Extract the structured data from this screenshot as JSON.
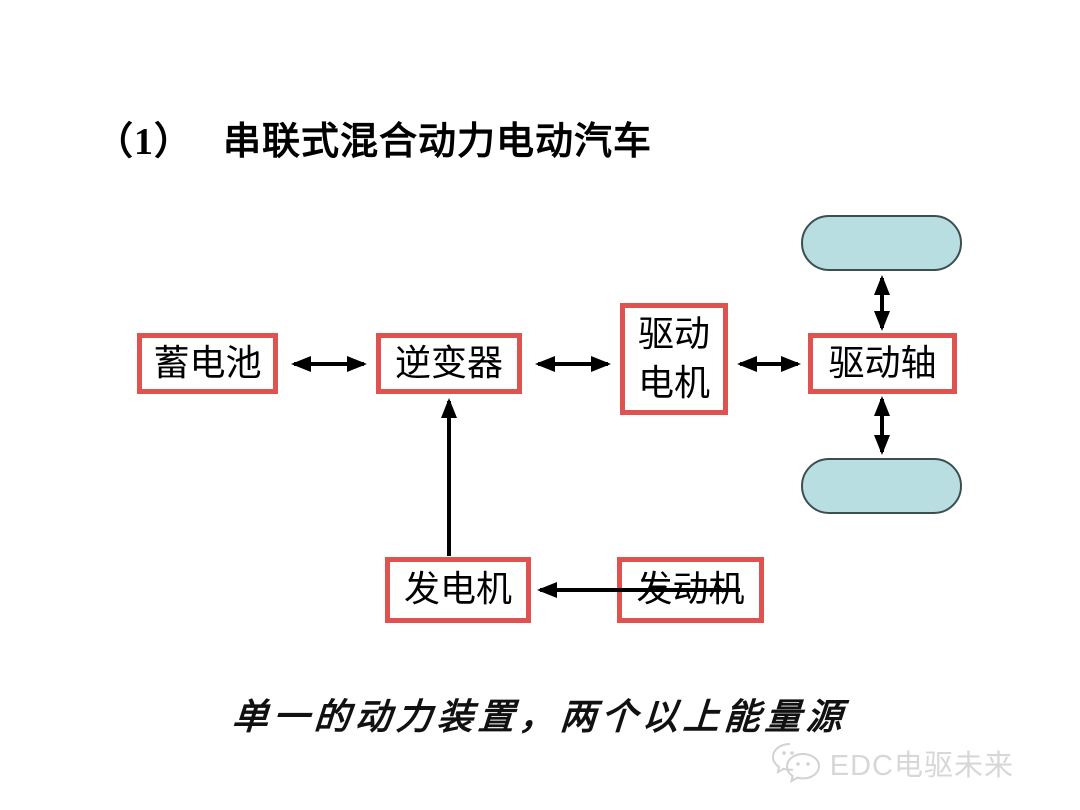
{
  "slide": {
    "title_number": "（1）",
    "title_text": "串联式混合动力电动汽车",
    "annotation": "单一的动力装置，两个以上能量源"
  },
  "diagram": {
    "nodes": {
      "battery": {
        "label": "蓄电池"
      },
      "inverter": {
        "label": "逆变器"
      },
      "motor": {
        "line1": "驱动",
        "line2": "电机"
      },
      "shaft": {
        "label": "驱动轴"
      },
      "generator": {
        "label": "发电机"
      },
      "engine": {
        "label": "发动机"
      }
    },
    "wheels": {
      "front": "wheel",
      "rear": "wheel"
    },
    "connections": [
      {
        "from": "battery",
        "to": "inverter",
        "type": "bidirectional"
      },
      {
        "from": "inverter",
        "to": "motor",
        "type": "bidirectional"
      },
      {
        "from": "motor",
        "to": "shaft",
        "type": "bidirectional"
      },
      {
        "from": "shaft",
        "to": "front-wheel",
        "type": "bidirectional"
      },
      {
        "from": "shaft",
        "to": "rear-wheel",
        "type": "bidirectional"
      },
      {
        "from": "generator",
        "to": "inverter",
        "type": "directed"
      },
      {
        "from": "engine",
        "to": "generator",
        "type": "directed"
      }
    ],
    "colors": {
      "node_border": "#e05250",
      "node_text": "#000000",
      "wheel_fill": "#b9dee2",
      "wheel_stroke": "#3c4f50",
      "arrow": "#000000"
    }
  },
  "watermark": {
    "icon": "wechat-bubbles-icon",
    "text": "EDC电驱未来",
    "color": "#d7d7d7"
  }
}
